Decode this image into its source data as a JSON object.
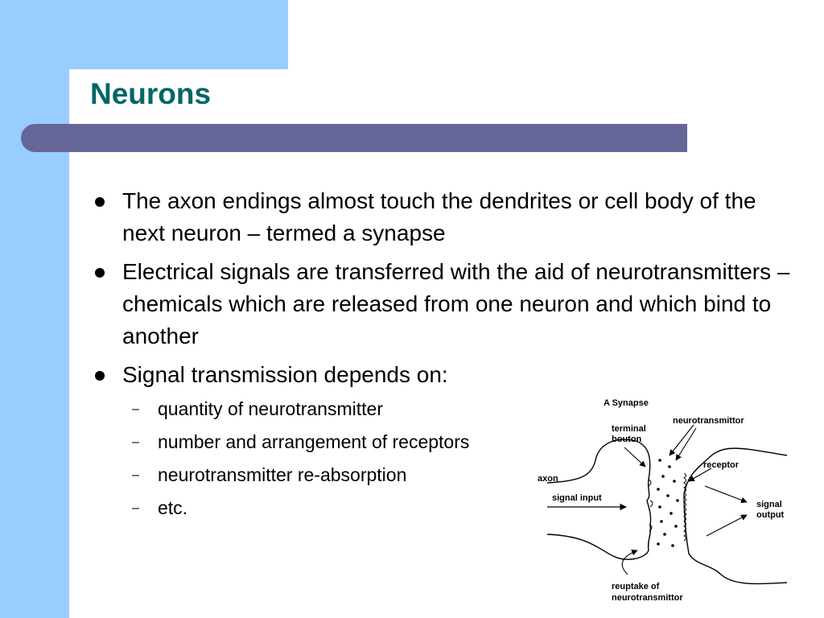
{
  "title": "Neurons",
  "bullets": [
    {
      "text": "The axon endings almost touch the dendrites or cell body of the next neuron – termed a synapse"
    },
    {
      "text": "Electrical signals are transferred with the aid of neurotransmitters – chemicals which are released from one neuron and which bind to another"
    },
    {
      "text": "Signal transmission depends on:"
    }
  ],
  "sub_bullets": [
    "quantity of neurotransmitter",
    "number and arrangement of receptors",
    "neurotransmitter re-absorption",
    "etc."
  ],
  "diagram": {
    "title": "A Synapse",
    "labels": {
      "terminal_1": "terminal",
      "terminal_2": "bouton",
      "neurotransmittor": "neurotransmittor",
      "receptor": "receptor",
      "axon": "axon",
      "signal_input": "signal input",
      "signal_output_1": "signal",
      "signal_output_2": "output",
      "reuptake_1": "reuptake of",
      "reuptake_2": "neurotransmittor"
    }
  },
  "colors": {
    "side_band": "#99ccff",
    "title_bar": "#666699",
    "title_text": "#006666"
  }
}
